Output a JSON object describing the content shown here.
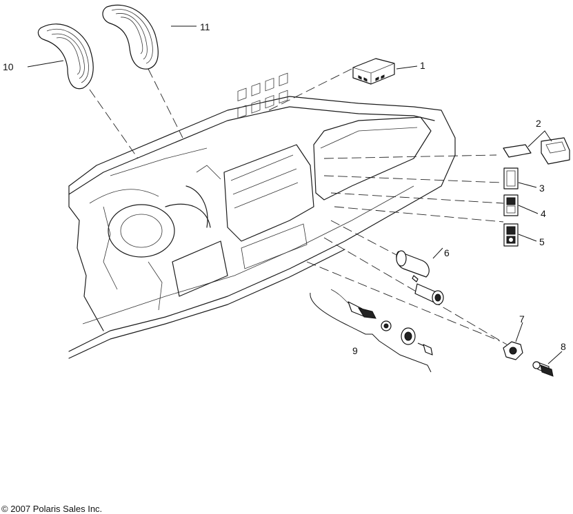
{
  "callouts": {
    "c1": "1",
    "c2": "2",
    "c3": "3",
    "c4": "4",
    "c5": "5",
    "c6": "6",
    "c7": "7",
    "c8": "8",
    "c9": "9",
    "c10": "10",
    "c11": "11"
  },
  "footer": {
    "copyright": "© 2007 Polaris Sales Inc."
  }
}
